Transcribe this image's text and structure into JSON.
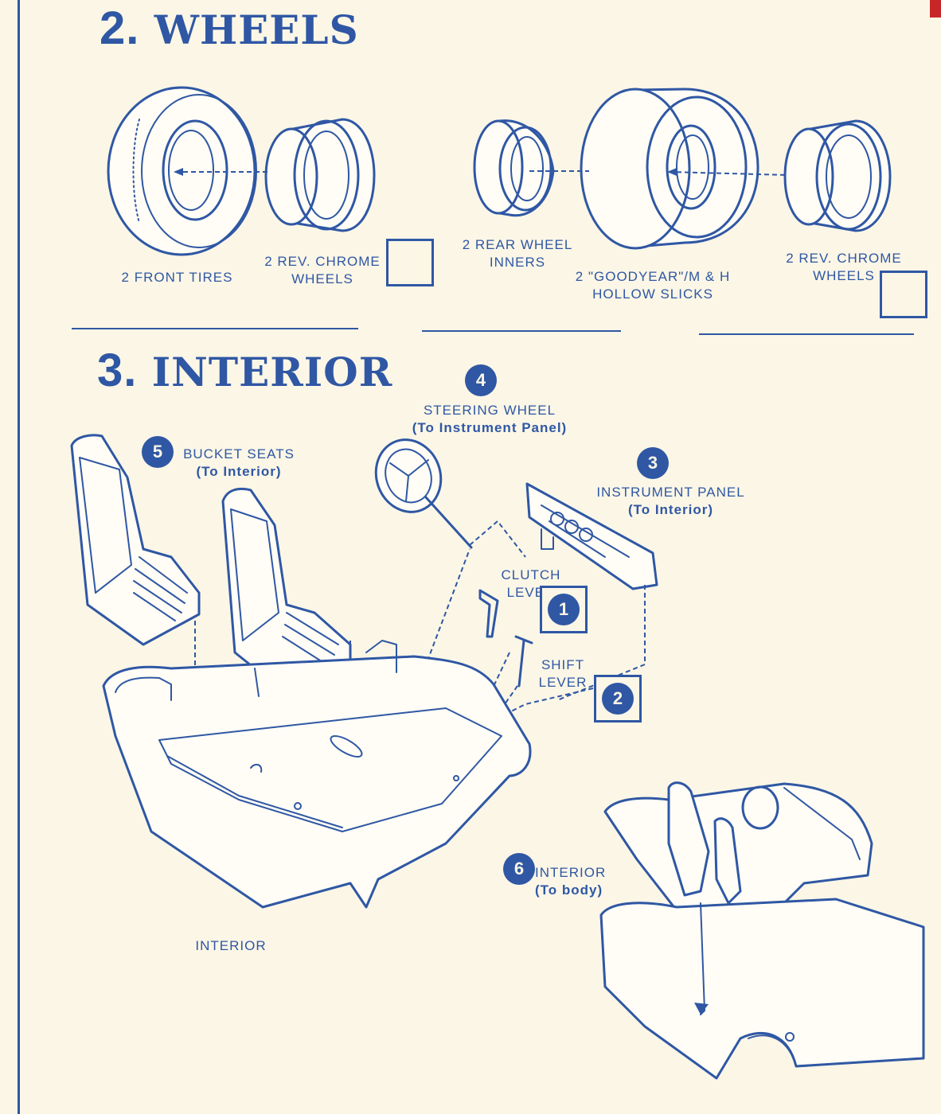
{
  "sections": {
    "wheels": {
      "number": "2.",
      "title": "WHEELS"
    },
    "interior": {
      "number": "3.",
      "title": "INTERIOR"
    }
  },
  "wheel_labels": {
    "front_tires": "2 FRONT TIRES",
    "rev_chrome_wheels_1": [
      "2 REV. CHROME",
      "WHEELS"
    ],
    "rear_wheel_inners": [
      "2 REAR WHEEL",
      "INNERS"
    ],
    "slicks": [
      "2 \"GOODYEAR\"/M & H",
      "HOLLOW SLICKS"
    ],
    "rev_chrome_wheels_2": [
      "2 REV. CHROME",
      "WHEELS"
    ]
  },
  "interior_parts": [
    {
      "num": "4",
      "name": "STEERING WHEEL",
      "sub": "(To Instrument Panel)"
    },
    {
      "num": "5",
      "name": "BUCKET SEATS",
      "sub": "(To Interior)"
    },
    {
      "num": "3",
      "name": "INSTRUMENT PANEL",
      "sub": "(To Interior)"
    },
    {
      "num": "1",
      "name": "CLUTCH LEVER",
      "sub": ""
    },
    {
      "num": "2",
      "name": "SHIFT",
      "sub": "LEVER"
    },
    {
      "num": "6",
      "name": "INTERIOR",
      "sub": "(To body)"
    }
  ],
  "interior_tub_label": "INTERIOR",
  "colors": {
    "ink": "#2f57a4",
    "paper": "#fbf6e6",
    "red": "#c72727"
  }
}
